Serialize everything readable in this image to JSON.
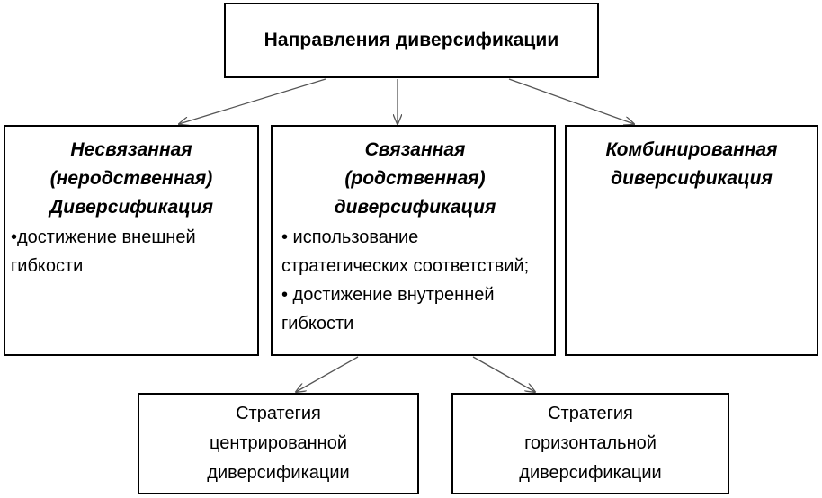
{
  "top": {
    "title": "Направления диверсификации"
  },
  "unrelated": {
    "heading": [
      "Несвязанная",
      "(неродственная)",
      "Диверсификация"
    ],
    "items": [
      "•достижение внешней гибкости"
    ]
  },
  "related": {
    "heading": [
      "Связанная",
      "(родственная)",
      "диверсификация"
    ],
    "items": [
      "• использование стратегических соответствий;",
      "• достижение внутренней гибкости"
    ]
  },
  "combined": {
    "heading": [
      "Комбинированная",
      "диверсификация"
    ]
  },
  "centered": {
    "lines": [
      "Стратегия",
      "центрированной",
      "диверсификации"
    ]
  },
  "horizontal": {
    "lines": [
      "Стратегия",
      "горизонтальной",
      "диверсификации"
    ]
  },
  "colors": {
    "line": "#555555",
    "border": "#000000"
  }
}
